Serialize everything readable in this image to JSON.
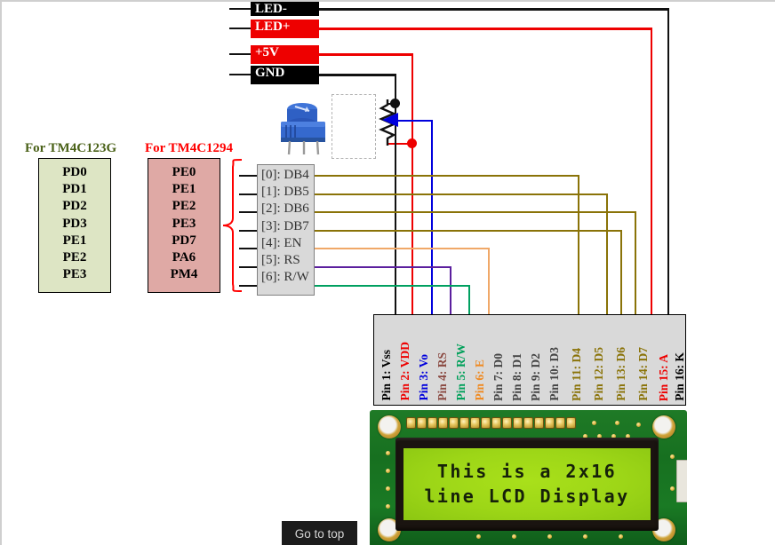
{
  "page": {
    "title": "LCD Wiring Diagram",
    "background": "#ffffff"
  },
  "supply_labels": [
    {
      "id": "led-minus",
      "text": "LED-",
      "bg": "#000000",
      "fg": "#ffffff"
    },
    {
      "id": "led-plus",
      "text": "LED+",
      "bg": "#ee0000",
      "fg": "#ffffff"
    },
    {
      "id": "vcc-5v",
      "text": "+5V",
      "bg": "#ee0000",
      "fg": "#ffffff"
    },
    {
      "id": "gnd",
      "text": "GND",
      "bg": "#000000",
      "fg": "#ffffff"
    }
  ],
  "port_blocks": [
    {
      "id": "tm4c123g",
      "caption": "For TM4C123G",
      "caption_color": "#4a6118",
      "fill": "#dde5c4",
      "pins": [
        "PD0",
        "PD1",
        "PD2",
        "PD3",
        "PE1",
        "PE2",
        "PE3"
      ]
    },
    {
      "id": "tm4c1294",
      "caption": "For TM4C1294",
      "caption_color": "#ff0000",
      "fill": "#dfa9a5",
      "pins": [
        "PE0",
        "PE1",
        "PE2",
        "PE3",
        "PD7",
        "PA6",
        "PM4"
      ]
    }
  ],
  "signal_block": {
    "id": "signal-names",
    "fill": "#d9d9d9",
    "signals": [
      {
        "index": "[0]",
        "name": "DB4",
        "label": "[0]: DB4",
        "wire_color": "#8a7308"
      },
      {
        "index": "[1]",
        "name": "DB5",
        "label": "[1]: DB5",
        "wire_color": "#8a7308"
      },
      {
        "index": "[2]",
        "name": "DB6",
        "label": "[2]: DB6",
        "wire_color": "#8a7308"
      },
      {
        "index": "[3]",
        "name": "DB7",
        "label": "[3]: DB7",
        "wire_color": "#8a7308"
      },
      {
        "index": "[4]",
        "name": "EN",
        "label": "[4]: EN",
        "wire_color": "#f0a868"
      },
      {
        "index": "[5]",
        "name": "RS",
        "label": "[5]: RS",
        "wire_color": "#5b1f9e"
      },
      {
        "index": "[6]",
        "name": "R/W",
        "label": "[6]: R/W",
        "wire_color": "#00a060"
      }
    ]
  },
  "potentiometer": {
    "id": "contrast-pot",
    "body_color": "#2a5fc8",
    "top_wire_color": "#000000",
    "bottom_wire_color": "#ee0000",
    "wiper_wire_color": "#0000dd"
  },
  "pin_header": {
    "id": "lcd-pin-header",
    "fill": "#d9d9d9",
    "pins": [
      {
        "num": "Pin  1:",
        "name": "Vss",
        "label": "Pin  1: Vss",
        "color": "#000000"
      },
      {
        "num": "Pin  2:",
        "name": "VDD",
        "label": "Pin  2: VDD",
        "color": "#ee0000"
      },
      {
        "num": "Pin  3:",
        "name": "Vo",
        "label": "Pin  3: Vo",
        "color": "#0000dd"
      },
      {
        "num": "Pin  4:",
        "name": "RS",
        "label": "Pin  4: RS",
        "color": "#8b4a42"
      },
      {
        "num": "Pin  5:",
        "name": "R/W",
        "label": "Pin  5: R/W",
        "color": "#00a05a"
      },
      {
        "num": "Pin  6:",
        "name": "E",
        "label": "Pin  6: E",
        "color": "#ef8a22"
      },
      {
        "num": "Pin  7:",
        "name": "D0",
        "label": "Pin  7: D0",
        "color": "#444444"
      },
      {
        "num": "Pin  8:",
        "name": "D1",
        "label": "Pin  8: D1",
        "color": "#444444"
      },
      {
        "num": "Pin  9:",
        "name": "D2",
        "label": "Pin  9: D2",
        "color": "#444444"
      },
      {
        "num": "Pin 10:",
        "name": "D3",
        "label": "Pin 10: D3",
        "color": "#444444"
      },
      {
        "num": "Pin 11:",
        "name": "D4",
        "label": "Pin 11: D4",
        "color": "#8a7308"
      },
      {
        "num": "Pin 12:",
        "name": "D5",
        "label": "Pin 12: D5",
        "color": "#8a7308"
      },
      {
        "num": "Pin 13:",
        "name": "D6",
        "label": "Pin 13: D6",
        "color": "#8a7308"
      },
      {
        "num": "Pin 14:",
        "name": "D7",
        "label": "Pin 14: D7",
        "color": "#8a7308"
      },
      {
        "num": "Pin 15:",
        "name": "A",
        "label": "Pin 15: A",
        "color": "#ee0000"
      },
      {
        "num": "Pin 16:",
        "name": "K",
        "label": "Pin 16: K",
        "color": "#000000"
      }
    ]
  },
  "lcd_display": {
    "id": "lcd-module",
    "line1": "This is a 2x16",
    "line2": "line LCD Display",
    "screen_color": "#9dd617",
    "pcb_color": "#177020",
    "text_color": "#16210a"
  },
  "go_to_top_button": {
    "label": "Go to top",
    "bg": "#1c1c1c",
    "fg": "#d6d6d6"
  }
}
